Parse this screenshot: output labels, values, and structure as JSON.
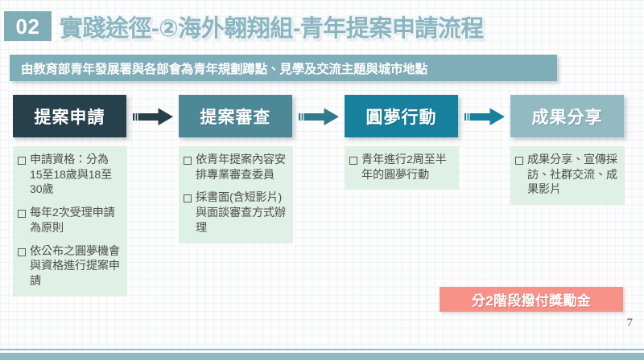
{
  "header": {
    "number_badge": "02",
    "title": "實踐途徑-②海外翱翔組-青年提案申請流程",
    "subtitle": "由教育部青年發展署與各部會為青年規劃蹲點、見學及交流主題與城市地點"
  },
  "flow": {
    "steps": [
      {
        "label": "提案申請",
        "color": "#26414c"
      },
      {
        "label": "提案審查",
        "color": "#4d8896"
      },
      {
        "label": "圓夢行動",
        "color": "#17809c"
      },
      {
        "label": "成果分享",
        "color": "#93b9c2"
      }
    ],
    "arrows": [
      {
        "name": "arrow-1",
        "color": "#26414c"
      },
      {
        "name": "arrow-2",
        "color": "#2f7a8c"
      },
      {
        "name": "arrow-3",
        "color": "#17809c"
      }
    ]
  },
  "columns": [
    {
      "name": "column-application",
      "bullets": [
        "申請資格：分為15至18歲與18至30歲",
        "每年2次受理申請為原則",
        "依公布之圓夢機會與資格進行提案申請"
      ]
    },
    {
      "name": "column-review",
      "bullets": [
        "依青年提案內容安排專業審查委員",
        "採書面(含短影片)與面談審查方式辦理"
      ]
    },
    {
      "name": "column-action",
      "bullets": [
        "青年進行2周至半年的圓夢行動"
      ]
    },
    {
      "name": "column-sharing",
      "bullets": [
        "成果分享、宣傳採訪、社群交流、成果影片"
      ]
    }
  ],
  "callout": {
    "text": "分2階段撥付獎勵金",
    "color": "#f79289"
  },
  "footer": {
    "page_number": "7",
    "rule_color": "#8fb8c1"
  },
  "theme": {
    "badge_color": "#7fadb8",
    "subtitle_bar_color": "#7fadb8",
    "title_text_color": "#8ab6c2",
    "panel_bg_color": "#dff0e6"
  }
}
